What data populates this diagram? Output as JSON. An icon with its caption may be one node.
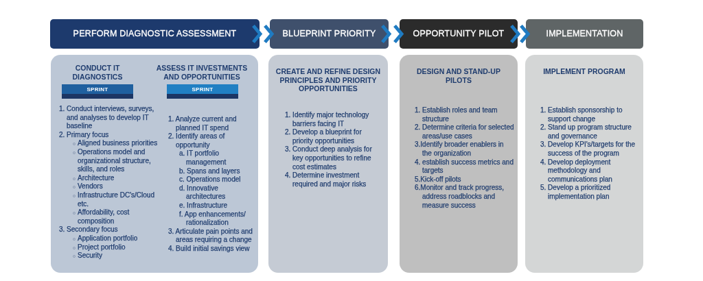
{
  "diagram": {
    "nodes": [
      {
        "text": [
          "PERFORM DIAGNOSTIC ASSESSMENT"
        ]
      },
      {
        "text": [
          "BLUEPRINT PRIORITY"
        ]
      },
      {
        "text": [
          "OPPORTUNITY PILOT"
        ]
      },
      {
        "text": [
          "IMPLEMENTATION"
        ]
      },
      {
        "text": [
          "CONDUCT IT DIAGNOSTICS",
          "1. Conduct interviews, surveys, and analyses to develop IT baseline",
          "2. Primary focus",
          "Aligned business priorities",
          "Operations model and organizational structure, skills, and roles",
          "Architecture",
          "Vendors",
          "Infrastructure DC's/Cloud etc.",
          "Affordability, cost composition",
          "3. Secondary focus",
          "Application portfolio",
          "Project portfolio",
          "Security",
          "ASSESS IT INVESTMENTS AND OPPORTUNITIES",
          "1. Analyze current and planned IT spend",
          "2. Identify areas of opportunity",
          "a. IT portfolio management",
          "b. Spans and layers",
          "c. Operations model",
          "d. Innovative architectures",
          "e. Infrastructure",
          "f. App enhancements/ rationalization",
          "3. Articulate pain points and areas requiring a change",
          "4. Build initial savings view"
        ]
      },
      {
        "text": [
          "SPRINT"
        ],
        "in": 4
      },
      {
        "text": [
          "SPRINT"
        ],
        "in": 4
      },
      {
        "text": [
          "CREATE AND REFINE DESIGN PRINCIPLES AND PRIORITY OPPORTUNITIES",
          "1. Identify major technology barriers facing IT",
          "2. Develop a blueprint for priority opportunities",
          "3. Conduct deep analysis for key opportunities to refine cost estimates",
          "4. Determine investment required and major risks"
        ]
      },
      {
        "text": [
          "DESIGN AND STAND-UP PILOTS",
          "1. Establish roles and team structure",
          "2. Determine criteria for selected areas/use cases",
          "3.Identify broader enablers in the organization",
          "4. establish success metrics and targets",
          "5.Kick-off pilots",
          "6.Monitor and track progress, address roadblocks and measure success"
        ]
      },
      {
        "text": [
          "IMPLEMENT PROGRAM",
          "1. Establish sponsorship to support change",
          "2. Stand up program structure and governance",
          "3. Develop KPI's/targets for the success of the program",
          "4. Develop deployment methodology and communications plan",
          "5. Develop a prioritized implementation plan"
        ]
      }
    ],
    "edges": [
      {
        "from": 0,
        "to": 1,
        "arrow": "to"
      },
      {
        "from": 1,
        "to": 2,
        "arrow": "to"
      },
      {
        "from": 2,
        "to": 3,
        "arrow": "to"
      }
    ]
  }
}
